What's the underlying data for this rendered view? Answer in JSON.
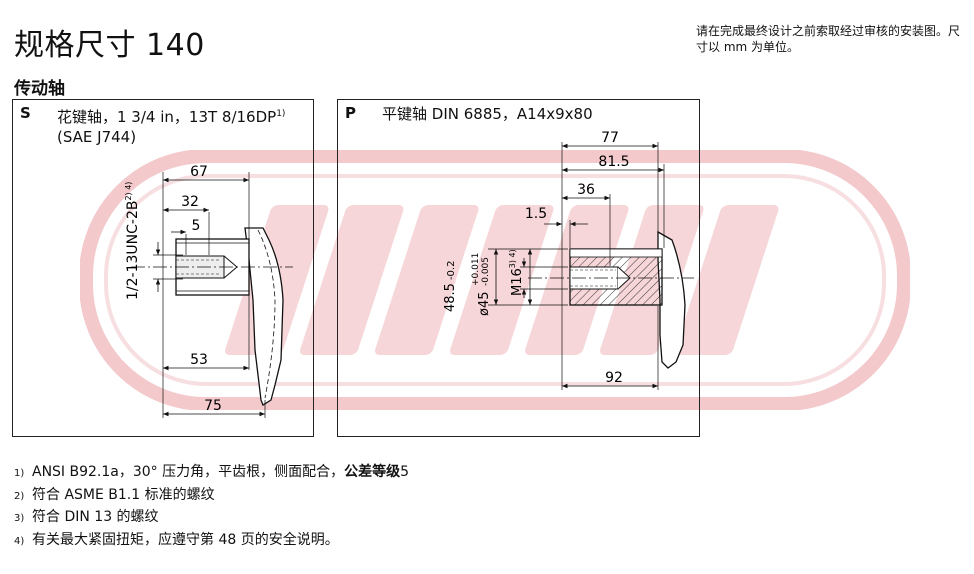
{
  "header": {
    "title": "规格尺寸 140",
    "note": "请在完成最终设计之前索取经过审核的安装图。尺寸以 mm 为单位。"
  },
  "section_title": "传动轴",
  "panel_s": {
    "letter": "S",
    "line1": "花键轴，1 3/4 in，13T 8/16DP",
    "line1_sup": "1)",
    "line2": "(SAE J744)",
    "dims": {
      "d67": "67",
      "d32": "32",
      "d5": "5",
      "d53": "53",
      "d75": "75",
      "thread": "1/2-13UNC-2B",
      "thread_sup": "2) 4)"
    }
  },
  "panel_p": {
    "letter": "P",
    "line1": "平键轴 DIN 6885，A14x9x80",
    "dims": {
      "d77": "77",
      "d81_5": "81.5",
      "d36": "36",
      "d1_5": "1.5",
      "d48_5": "48.5",
      "d48_5_tol": "-0.2",
      "d45": "ø45",
      "d45_tol_up": "+0.011",
      "d45_tol_low": "-0.005",
      "m16": "M16",
      "m16_sup": "3) 4)",
      "d92": "92"
    }
  },
  "footnotes": [
    {
      "num": "1)",
      "text": "ANSI B92.1a，30° 压力角，平齿根，侧面配合，",
      "bold": "公差等级",
      "tail": " 5"
    },
    {
      "num": "2)",
      "text": "符合 ASME B1.1 标准的螺纹",
      "bold": "",
      "tail": ""
    },
    {
      "num": "3)",
      "text": "符合 DIN 13 的螺纹",
      "bold": "",
      "tail": ""
    },
    {
      "num": "4)",
      "text": "有关最大紧固扭矩，应遵守第 48 页的安全说明。",
      "bold": "",
      "tail": ""
    }
  ]
}
